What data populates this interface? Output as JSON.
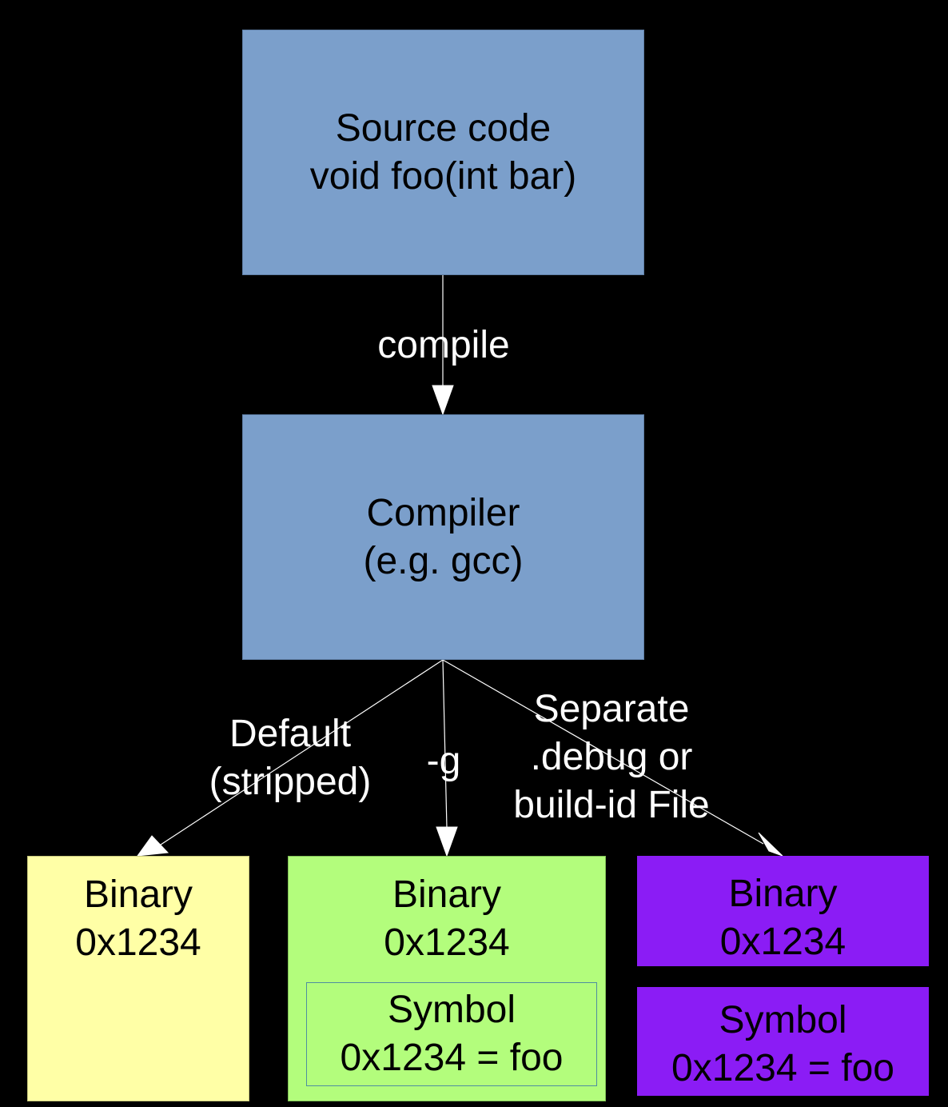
{
  "source": {
    "line1": "Source code",
    "line2": "void foo(int bar)"
  },
  "edge_compile": {
    "label": "compile"
  },
  "compiler": {
    "line1": "Compiler",
    "line2": "(e.g. gcc)"
  },
  "edges": {
    "default_line1": "Default",
    "default_line2": "(stripped)",
    "g_label": "-g",
    "separate_line1": "Separate",
    "separate_line2": ".debug or",
    "separate_line3": "build-id File"
  },
  "binary_stripped": {
    "line1": "Binary",
    "line2": "0x1234"
  },
  "binary_debug": {
    "line1": "Binary",
    "line2": "0x1234",
    "symbol_line1": "Symbol",
    "symbol_line2": "0x1234 = foo"
  },
  "binary_separate": {
    "line1": "Binary",
    "line2": "0x1234"
  },
  "symbol_separate": {
    "line1": "Symbol",
    "line2": "0x1234 = foo"
  },
  "colors": {
    "background": "#000000",
    "process_box": "#7b9fcb",
    "stripped_box": "#ffffa6",
    "debug_box": "#b3fd7c",
    "separate_box": "#8b1cf5",
    "edge": "#ffffff"
  }
}
